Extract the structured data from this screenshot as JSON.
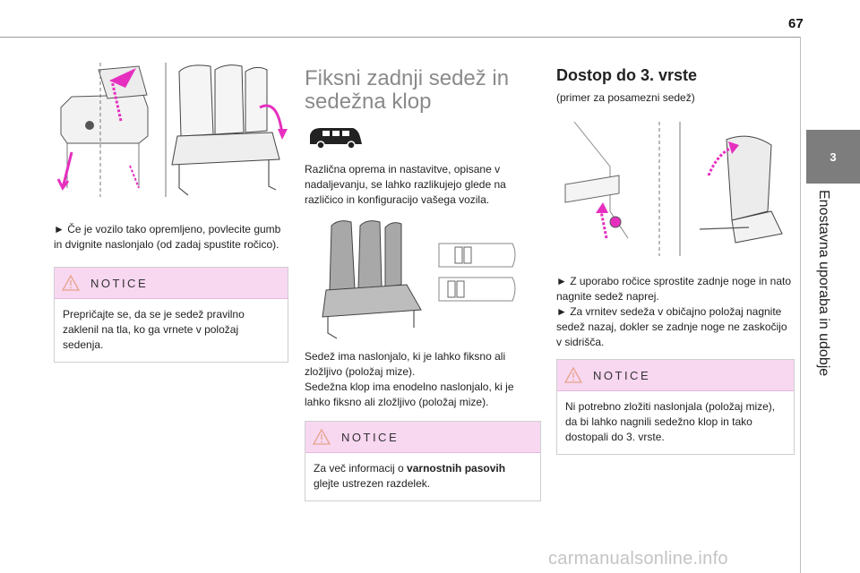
{
  "page": {
    "number": "67"
  },
  "side_tab": {
    "number": "3",
    "title": "Enostavna uporaba in udobje"
  },
  "column1": {
    "instruction": "► Če je vozilo tako opremljeno, povlecite gumb in dvignite naslonjalo (od zadaj spustite ročico).",
    "notice": {
      "label": "NOTICE",
      "text": "Prepričajte se, da se je sedež pravilno zaklenil na tla, ko ga vrnete v položaj sedenja."
    }
  },
  "column2": {
    "heading": "Fiksni zadnji sedež in sedežna klop",
    "intro": "Različna oprema in nastavitve, opisane v nadaljevanju, se lahko razlikujejo glede na različico in konfiguracijo vašega vozila.",
    "para1": "Sedež ima naslonjalo, ki je lahko fiksno ali zložljivo (položaj mize).",
    "para2": "Sedežna klop ima enodelno naslonjalo, ki je lahko fiksno ali zložljivo (položaj mize).",
    "notice": {
      "label": "NOTICE",
      "text_before": "Za več informacij o ",
      "text_bold": "varnostnih pasovih",
      "text_after": " glejte ustrezen razdelek."
    }
  },
  "column3": {
    "heading": "Dostop do 3. vrste",
    "subtitle": "(primer za posamezni sedež)",
    "step1": "► Z uporabo ročice sprostite zadnje noge in nato nagnite sedež naprej.",
    "step2": "► Za vrnitev sedeža v običajno položaj nagnite sedež nazaj, dokler se zadnje noge ne zaskočijo v sidrišča.",
    "notice": {
      "label": "NOTICE",
      "text": "Ni potrebno zložiti naslonjala (položaj mize), da bi lahko nagnili sedežno klop in tako dostopali do 3. vrste."
    }
  },
  "footer": {
    "watermark": "carmanualsonline.info"
  },
  "colors": {
    "notice_header": "#f8d7f1",
    "arrow_magenta": "#e62fbf",
    "side_tab": "#7d7d7d",
    "seat_gray": "#a8a8a8"
  },
  "icons": [
    "warning-triangle-icon",
    "van-icon",
    "pink-arrow-icon"
  ]
}
